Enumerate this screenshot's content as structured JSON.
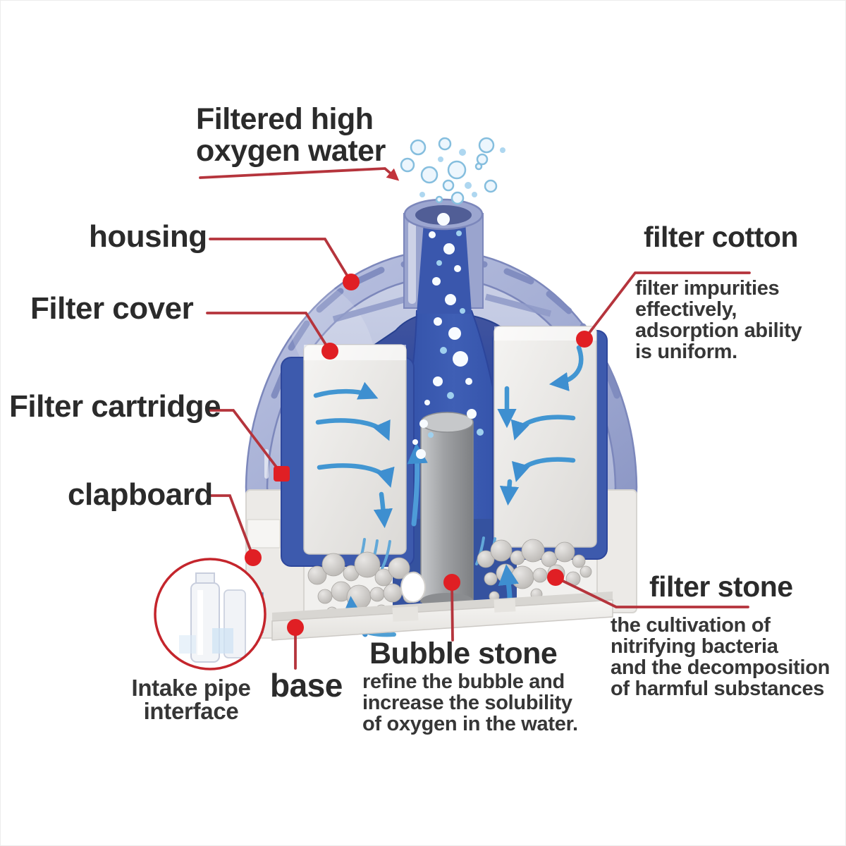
{
  "labels": {
    "filtered_water": {
      "line1": "Filtered high",
      "line2": "oxygen water"
    },
    "housing": {
      "label": "housing"
    },
    "filter_cover": {
      "label": "Filter cover"
    },
    "filter_cartridge": {
      "label": "Filter cartridge"
    },
    "clapboard": {
      "label": "clapboard"
    },
    "intake": {
      "line1": "Intake pipe",
      "line2": "interface"
    },
    "base": {
      "label": "base"
    },
    "bubble_stone": {
      "label": "Bubble stone",
      "desc1": "refine the bubble and",
      "desc2": "increase the solubility",
      "desc3": "of oxygen in the water."
    },
    "filter_cotton": {
      "label": "filter cotton",
      "desc1": "filter impurities",
      "desc2": "effectively,",
      "desc3": "adsorption ability",
      "desc4": "is uniform."
    },
    "filter_stone": {
      "label": "filter stone",
      "desc1": "the cultivation of",
      "desc2": "nitrifying bacteria",
      "desc3": "and the decomposition",
      "desc4": "of harmful substances"
    }
  },
  "colors": {
    "leader_red": "#b5343c",
    "marker_red": "#e01f24",
    "housing_periwinkle": "#a7b0d6",
    "cover_navy": "#33519f",
    "flow_blue": "#4296d2",
    "stone_gray": "#c9c6c2",
    "text_dark": "#2b2b2b"
  }
}
